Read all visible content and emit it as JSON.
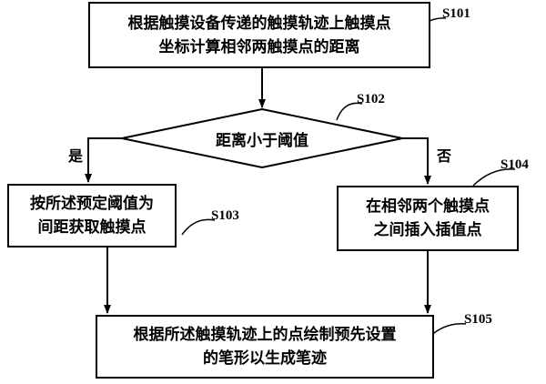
{
  "nodes": {
    "s101": {
      "step": "S101",
      "lines": [
        "根据触摸设备传递的触摸轨迹上触摸点",
        "坐标计算相邻两触摸点的距离"
      ]
    },
    "s102": {
      "step": "S102",
      "lines": [
        "距离小于阈值"
      ]
    },
    "s103": {
      "step": "S103",
      "lines": [
        "按所述预定阈值为",
        "间距获取触摸点"
      ]
    },
    "s104": {
      "step": "S104",
      "lines": [
        "在相邻两个触摸点",
        "之间插入插值点"
      ]
    },
    "s105": {
      "step": "S105",
      "lines": [
        "根据所述触摸轨迹上的点绘制预先设置",
        "的笔形以生成笔迹"
      ]
    }
  },
  "branches": {
    "yes": "是",
    "no": "否"
  }
}
